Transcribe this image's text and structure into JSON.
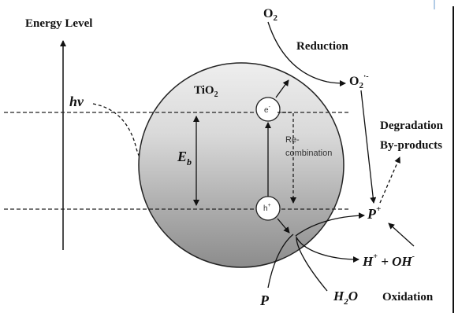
{
  "labels": {
    "energy_level": "Energy Level",
    "hv": "hv",
    "tio2_main": "TiO",
    "tio2_sub": "2",
    "eb_main": "E",
    "eb_sub": "b",
    "electron": "e",
    "electron_sup": "-",
    "hole": "h",
    "hole_sup": "+",
    "recombination_1": "Re-",
    "recombination_2": "combination",
    "o2_main": "O",
    "o2_sub": "2",
    "reduction": "Reduction",
    "superoxide_main": "O",
    "superoxide_sub": "2",
    "superoxide_sup": "·-",
    "degradation_1": "Degradation",
    "degradation_2": "By-products",
    "p_plus_main": "P",
    "p_plus_sup": "+",
    "h_plus_main": "H",
    "h_plus_sup": "+",
    "plus_oh": " + OH",
    "oh_sup": "-",
    "h2o_main": "H",
    "h2o_sub": "2",
    "h2o_tail": "O",
    "oxidation": "Oxidation",
    "p": "P"
  },
  "colors": {
    "line": "#111111",
    "sphere_light": "#f2f2f2",
    "sphere_mid": "#c8c8c8",
    "sphere_dark": "#8a8a8a"
  }
}
